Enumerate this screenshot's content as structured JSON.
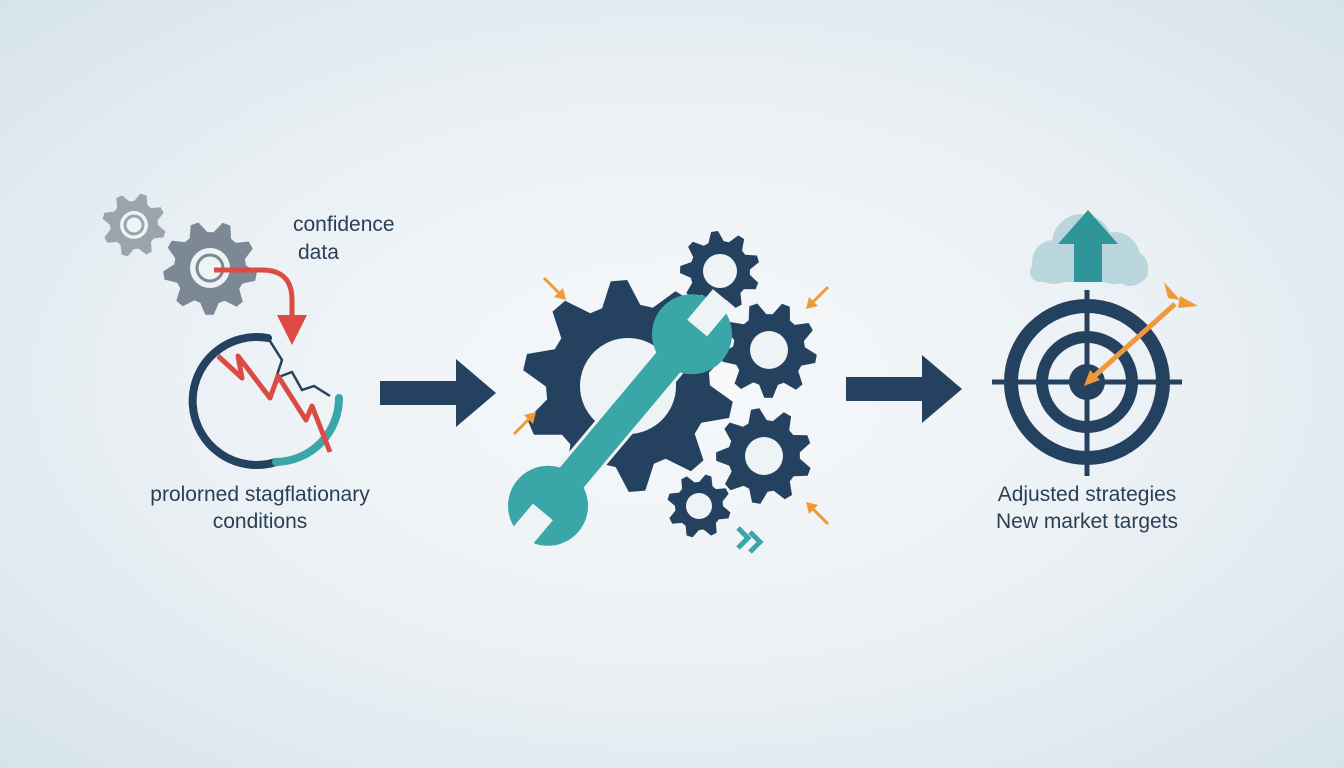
{
  "colors": {
    "navy": "#24425f",
    "gray": "#7c8893",
    "gray_light": "#9aa4ad",
    "teal": "#3aa6a8",
    "teal_dark": "#2e9598",
    "red": "#dc4b43",
    "orange": "#f0983a",
    "cloud": "#b9d6dc",
    "bg": "#eef3f6"
  },
  "icons": {
    "left": [
      "gear-icon",
      "gear-icon",
      "curved-arrow-icon",
      "broken-gauge-icon",
      "declining-line-icon"
    ],
    "middle": [
      "large-gear-icon",
      "wrench-icon",
      "gear-icon",
      "orange-arrow-icon",
      "chevron-icon"
    ],
    "right": [
      "cloud-icon",
      "up-arrow-icon",
      "target-icon",
      "dart-arrow-icon"
    ],
    "connectors": [
      "right-arrow-icon",
      "right-arrow-icon"
    ]
  },
  "stages": {
    "input": {
      "note_line1": "confidence",
      "note_line2": "data",
      "caption_line1": "prolorned stagflationary",
      "caption_line2": "conditions"
    },
    "output": {
      "caption_line1": "Adjusted strategies",
      "caption_line2": "New market targets"
    }
  }
}
